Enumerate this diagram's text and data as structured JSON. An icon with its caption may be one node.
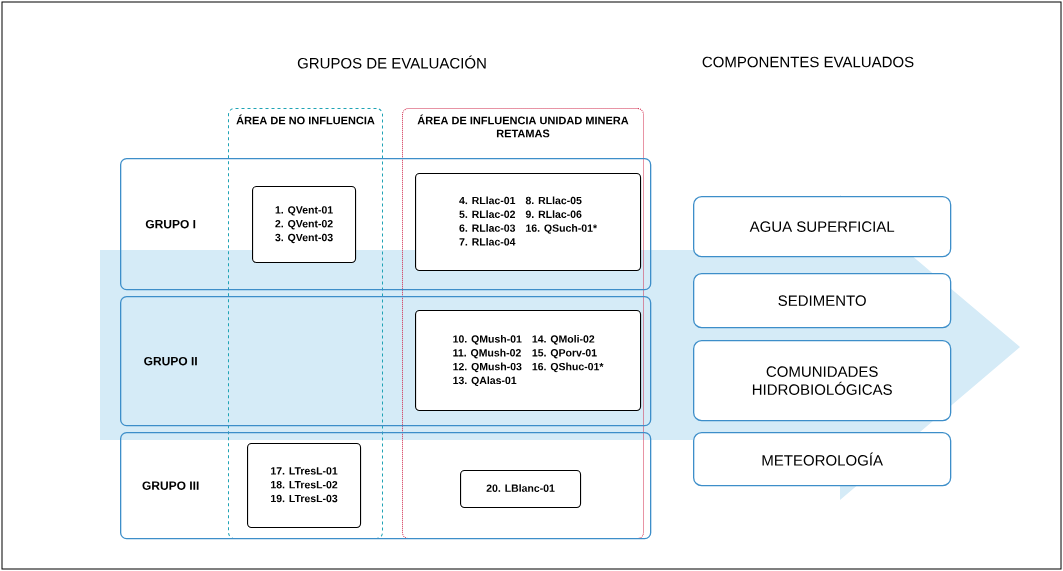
{
  "diagram": {
    "nodes": [
      {
        "text": [
          "ÁREA DE NO INFLUENCIA"
        ]
      },
      {
        "text": [
          "ÁREA DE INFLUENCIA UNIDAD MINERA RETAMAS"
        ]
      },
      {
        "text": [
          "GRUPO I"
        ]
      },
      {
        "text": [
          "1. QVent-01",
          "2. QVent-02",
          "3. QVent-03"
        ]
      },
      {
        "text": [
          "4. RLlac-01",
          "5. RLlac-02",
          "6. RLlac-03",
          "7. RLlac-04",
          "8. RLlac-05",
          "9. RLlac-06",
          "16. QSuch-01*"
        ]
      },
      {
        "text": [
          "GRUPO II"
        ]
      },
      {
        "text": [
          "10. QMush-01",
          "11. QMush-02",
          "12. QMush-03",
          "13. QAlas-01",
          "14. QMoli-02",
          "15. QPorv-01",
          "16. QShuc-01*"
        ]
      },
      {
        "text": [
          "GRUPO III"
        ]
      },
      {
        "text": [
          "17. LTresL-01",
          "18. LTresL-02",
          "19. LTresL-03"
        ]
      },
      {
        "text": [
          "20. LBlanc-01"
        ]
      },
      {
        "text": [
          "AGUA SUPERFICIAL"
        ]
      },
      {
        "text": [
          "SEDIMENTO"
        ]
      },
      {
        "text": [
          "COMUNIDADES HIDROBIOLÓGICAS"
        ]
      },
      {
        "text": [
          "METEOROLOGÍA"
        ]
      }
    ],
    "labels": [
      "GRUPOS DE EVALUACIÓN",
      "COMPONENTES EVALUADOS"
    ]
  }
}
